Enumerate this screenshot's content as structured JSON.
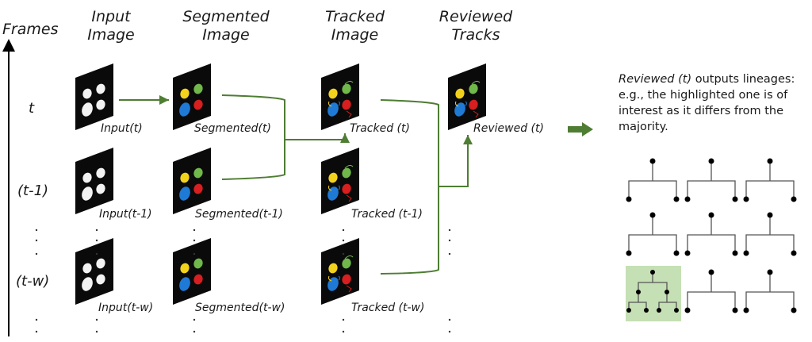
{
  "axis": {
    "label": "Frames"
  },
  "columns": [
    {
      "title": "Input\nImage"
    },
    {
      "title": "Segmented\nImage"
    },
    {
      "title": "Tracked\nImage"
    },
    {
      "title": "Reviewed\nTracks"
    }
  ],
  "rows": [
    {
      "label": "t",
      "input": "Input(t)",
      "segmented": "Segmented(t)",
      "tracked": "Tracked (t)",
      "reviewed": "Reviewed (t)"
    },
    {
      "label": "(t-1)",
      "input": "Input(t-1)",
      "segmented": "Segmented(t-1)",
      "tracked": "Tracked (t-1)"
    },
    {
      "label": "(t-w)",
      "input": "Input(t-w)",
      "segmented": "Segmented(t-w)",
      "tracked": "Tracked (t-w)"
    }
  ],
  "note": {
    "emphasis": "Reviewed (t)",
    "text": " outputs lineages: e.g., the highlighted one is of interest as it differs from the majority."
  },
  "colors": {
    "arrow": "#4e7d33",
    "highlight": "#c5e0b4",
    "blob_yellow": "#f2d21b",
    "blob_green": "#70b84a",
    "blob_blue": "#1f7ad6",
    "blob_red": "#d81e1e"
  },
  "lineages": {
    "grid": "3x3",
    "highlighted_index": 6
  }
}
